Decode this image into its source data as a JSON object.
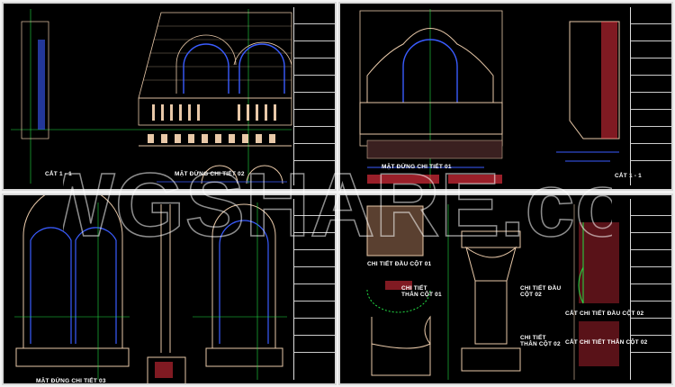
{
  "panels": [
    {
      "labels": [
        "CẮT 1 - 1",
        "MẶT ĐỨNG CHI TIẾT 02"
      ]
    },
    {
      "labels": [
        "MẶT ĐỨNG CHI TIẾT 01",
        "CẮT 1 - 1"
      ]
    },
    {
      "labels": [
        "MẶT ĐỨNG CHI TIẾT 03"
      ]
    },
    {
      "labels": [
        "CHI TIẾT ĐẦU CỘT 01",
        "CHI TIẾT THÂN CỘT 01",
        "CHI TIẾT ĐẦU CỘT 02",
        "CHI TIẾT THÂN CỘT 02",
        "CẮT CHI TIẾT ĐẦU CỘT 02",
        "CẮT CHI TIẾT THÂN CỘT 02"
      ]
    }
  ],
  "watermark": "DWGSHARE.com",
  "colors": {
    "background": "#000000",
    "drawing": "#e8c8a8",
    "dimension": "#3a5cff",
    "axis": "#22dd44",
    "hatch": "#ff3344",
    "frame": "#d8d8d8"
  }
}
